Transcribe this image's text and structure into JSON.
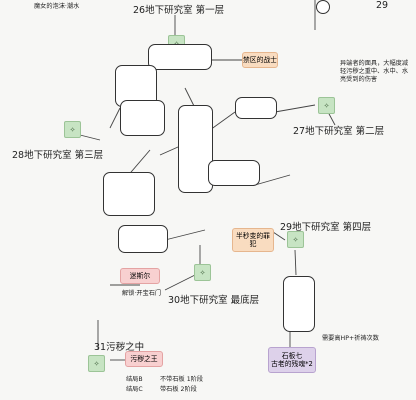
{
  "labels": {
    "top_left_note": "魔女的泡沫·潮水",
    "floor26": "26地下研究室 第一层",
    "floor27": "27地下研究室 第二层",
    "floor28": "28地下研究室 第三层",
    "floor29": "29地下研究室 第四层",
    "floor30": "30地下研究室 最底层",
    "floor31": "31污秽之中",
    "top_right_fragment": "29"
  },
  "tags": {
    "restricted_warrior": "禁区的战士",
    "half_transformed_sinner": "半秒变的罪犯",
    "mirek": "迷斯尔",
    "defiled_king": "污秽之王",
    "stone_tablet": "石板七\n古老的残魂*2"
  },
  "notes": {
    "different_clothing": "异端者的面具，大幅度减轻污秽之重中、水中、水亮受到的伤害",
    "unlock_gate": "解锁·开宝石门",
    "need_hp_prayer": "需要高HP+祈祷次数",
    "ending_b": "结局B",
    "ending_c": "结局C",
    "no_tablet_1": "不带石板 1阶段",
    "with_tablet_2": "带石板 2阶段"
  },
  "node_icon": "compass-node-icon",
  "colors": {
    "node_green": "#c7e4c3",
    "tag_orange": "#f9dcc0",
    "tag_red": "#f8d0d0",
    "tag_purple": "#ddd1ea"
  }
}
